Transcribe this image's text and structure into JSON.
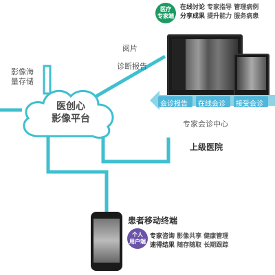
{
  "top_badge": {
    "line1": "医疗",
    "line2": "专家端"
  },
  "top_features": [
    {
      "strong": "在线讨论",
      "rest": " 专家指导 管理病例"
    },
    {
      "strong": "分享成果",
      "rest": " 提升能力 服务病患"
    }
  ],
  "storage": {
    "line1": "影像海",
    "line2": "量存储"
  },
  "cloud": {
    "line1": "医创心",
    "line2": "影像平台"
  },
  "flow_labels": {
    "read": "阅片",
    "report": "诊断报告"
  },
  "arrow_buttons": [
    "会诊报告",
    "在线会诊",
    "接受会诊"
  ],
  "consult_center": "专家会诊中心",
  "hospital": "上级医院",
  "mobile": {
    "title": "患者移动终端",
    "badge_line1": "个人",
    "badge_line2": "用户端",
    "features": [
      {
        "strong": "专家咨询",
        "rest": " 影像共享 健康管理"
      },
      {
        "strong": "速得结果",
        "rest": " 随存随取 长期跟踪"
      }
    ]
  },
  "colors": {
    "teal": "#3fbfcf",
    "green": "#1e9a63",
    "purple": "#6b53a8",
    "arrow": "#6cc8e0"
  }
}
